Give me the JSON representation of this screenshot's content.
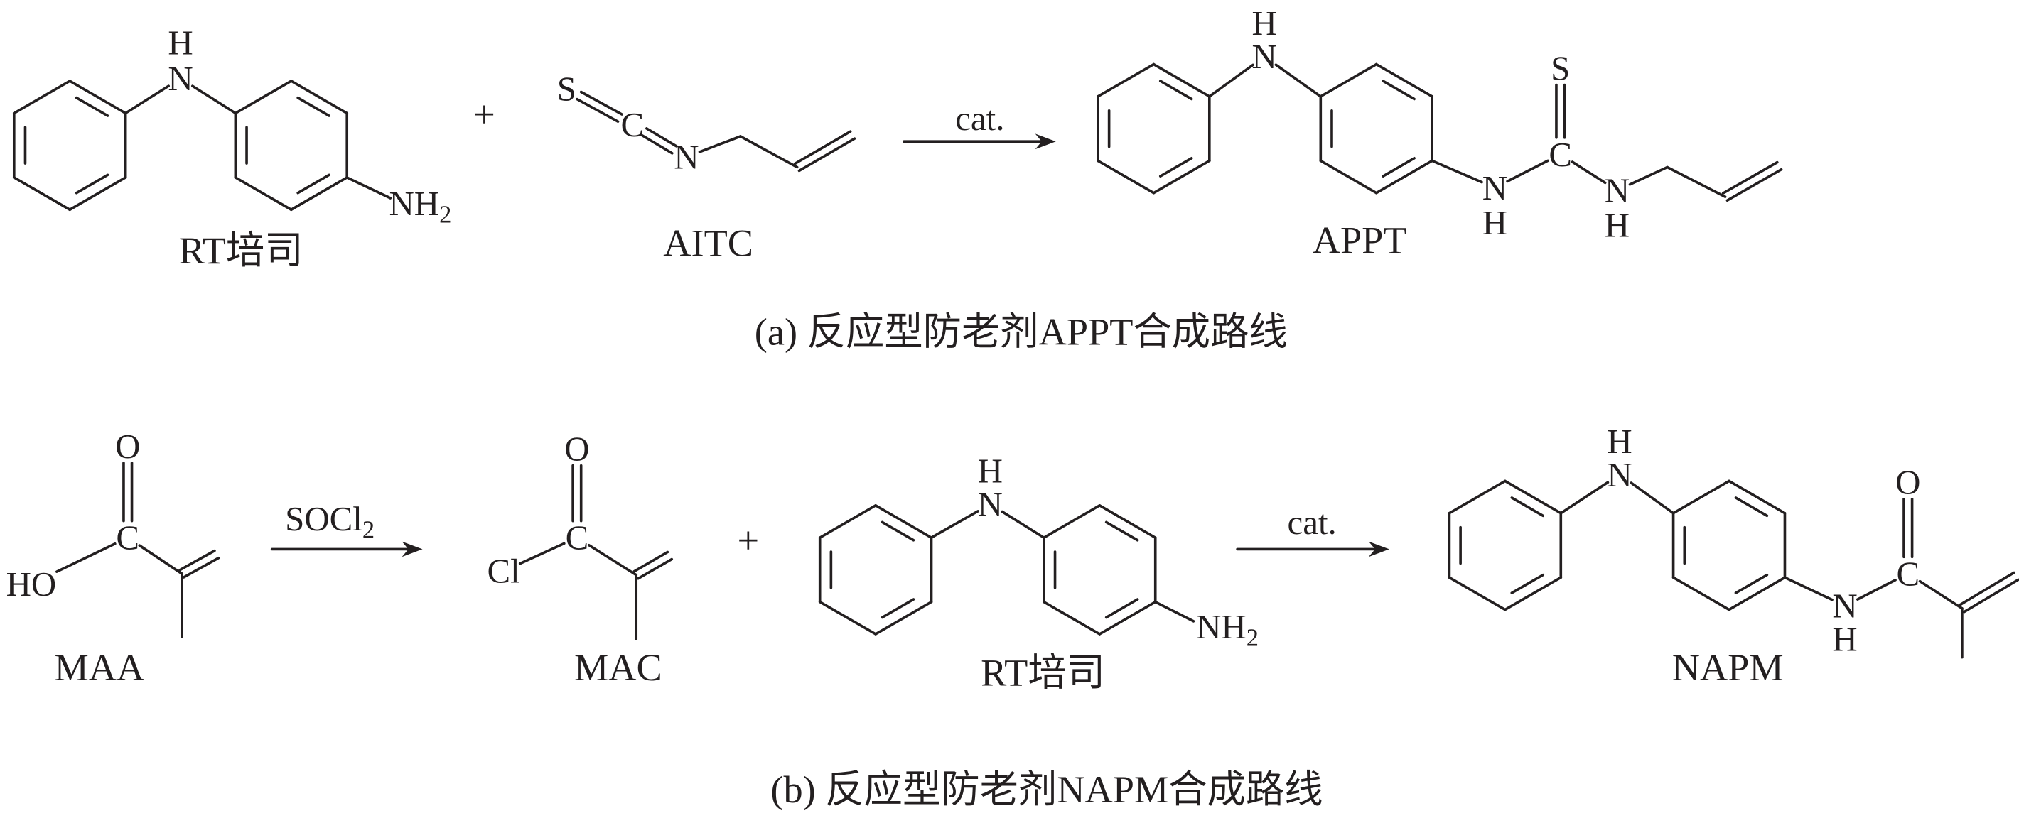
{
  "scheme_a": {
    "rt": {
      "name": "RT培司",
      "N": "N",
      "H": "H",
      "NH2_main": "NH",
      "NH2_sub": "2"
    },
    "plus": "+",
    "aitc": {
      "name": "AITC",
      "S": "S",
      "C": "C",
      "N": "N"
    },
    "arrow_label": "cat.",
    "appt": {
      "name": "APPT",
      "N1": "N",
      "H1": "H",
      "N2": "N",
      "H2": "H",
      "C": "C",
      "S": "S",
      "N3": "N",
      "H3": "H"
    },
    "caption": "(a) 反应型防老剂APPT合成路线"
  },
  "scheme_b": {
    "maa": {
      "name": "MAA",
      "O": "O",
      "C": "C",
      "HO": "HO"
    },
    "arrow1_label_main": "SOCl",
    "arrow1_label_sub": "2",
    "mac": {
      "name": "MAC",
      "O": "O",
      "C": "C",
      "Cl": "Cl"
    },
    "plus": "+",
    "rt": {
      "name": "RT培司",
      "N": "N",
      "H": "H",
      "NH2_main": "NH",
      "NH2_sub": "2"
    },
    "arrow2_label": "cat.",
    "napm": {
      "name": "NAPM",
      "N1": "N",
      "H1": "H",
      "N2": "N",
      "H2": "H",
      "C": "C",
      "O": "O"
    },
    "caption": "(b) 反应型防老剂NAPM合成路线"
  }
}
